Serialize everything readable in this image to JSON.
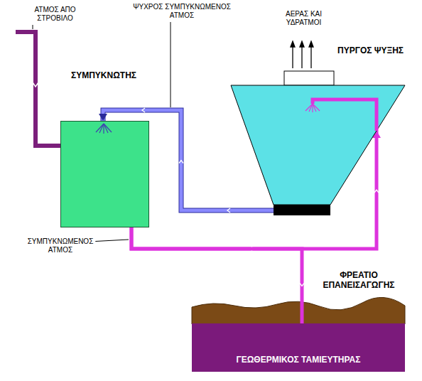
{
  "diagram": {
    "nodes": [
      {
        "text": [
          "ΣΥΜΠΥΚΝΩΤΗΣ"
        ]
      },
      {
        "text": [
          "ΠΥΡΓΟΣ ΨΥΞΗΣ"
        ]
      },
      {
        "text": [
          "ΓΕΩΘΕΡΜΙΚΟΣ ΤΑΜΙΕΥΤΗΡΑΣ"
        ]
      }
    ],
    "edges": [
      {
        "from": 0,
        "to": 1,
        "arrow": "to"
      },
      {
        "from": 1,
        "to": 0,
        "arrow": "to"
      },
      {
        "from": 0,
        "to": 2,
        "arrow": "none"
      }
    ],
    "labels": [
      "ΑΤΜΟΣ ΑΠΟ ΣΤΡΟΒΙΛΟ",
      "ΨΥΧΡΟΣ ΣΥΜΠΥΚΝΩΜΕΝΟΣ ΑΤΜΟΣ",
      "ΑΕΡΑΣ ΚΑΙ ΥΔΡΑΤΜΟΙ",
      "ΣΥΜΠΥΚΝΩΜΕΝΟΣ ΑΤΜΟΣ",
      "ΦΡΕΑΤΙΟ ΕΠΑΝΕΙΣΑΓΩΓΗΣ"
    ]
  }
}
